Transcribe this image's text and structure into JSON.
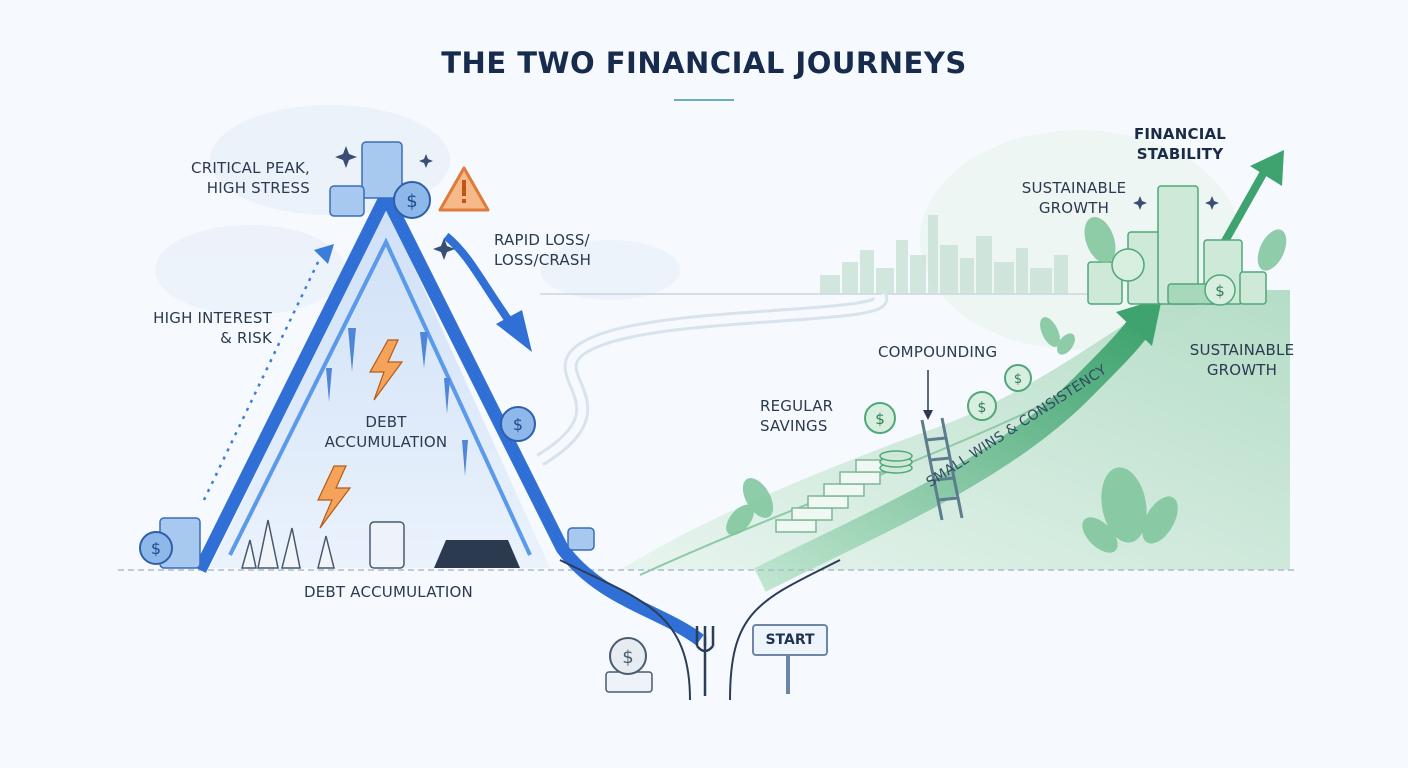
{
  "title": "THE TWO FINANCIAL JOURNEYS",
  "left_journey": {
    "critical_peak": [
      "CRITICAL PEAK,",
      "HIGH STRESS"
    ],
    "high_interest": [
      "HIGH INTEREST",
      "& RISK"
    ],
    "rapid_loss": [
      "RAPID LOSS/",
      "LOSS/CRASH"
    ],
    "debt_inner": [
      "DEBT",
      "ACCUMULATION"
    ],
    "debt_bottom": "DEBT ACCUMULATION",
    "accent_color": "#2f6fd6"
  },
  "right_journey": {
    "financial_stability": [
      "FINANCIAL",
      "STABILITY"
    ],
    "sustainable_growth_top": [
      "SUSTAINABLE",
      "GROWTH"
    ],
    "compounding": "COMPOUNDING",
    "sustainable_growth_right": [
      "SUSTAINABLE",
      "GROWTH"
    ],
    "regular_savings": [
      "REGULAR",
      "SAVINGS"
    ],
    "small_wins": "SMALL WINS & CONSISTENCY",
    "accent_color": "#3fa36f"
  },
  "start_sign": "START",
  "icons": [
    "warning-icon",
    "lightning-icon",
    "fork-icon",
    "dollar-coin-icon",
    "sparkle-icon",
    "leaf-icon",
    "ladder-icon",
    "stairs-icon",
    "city-skyline"
  ]
}
